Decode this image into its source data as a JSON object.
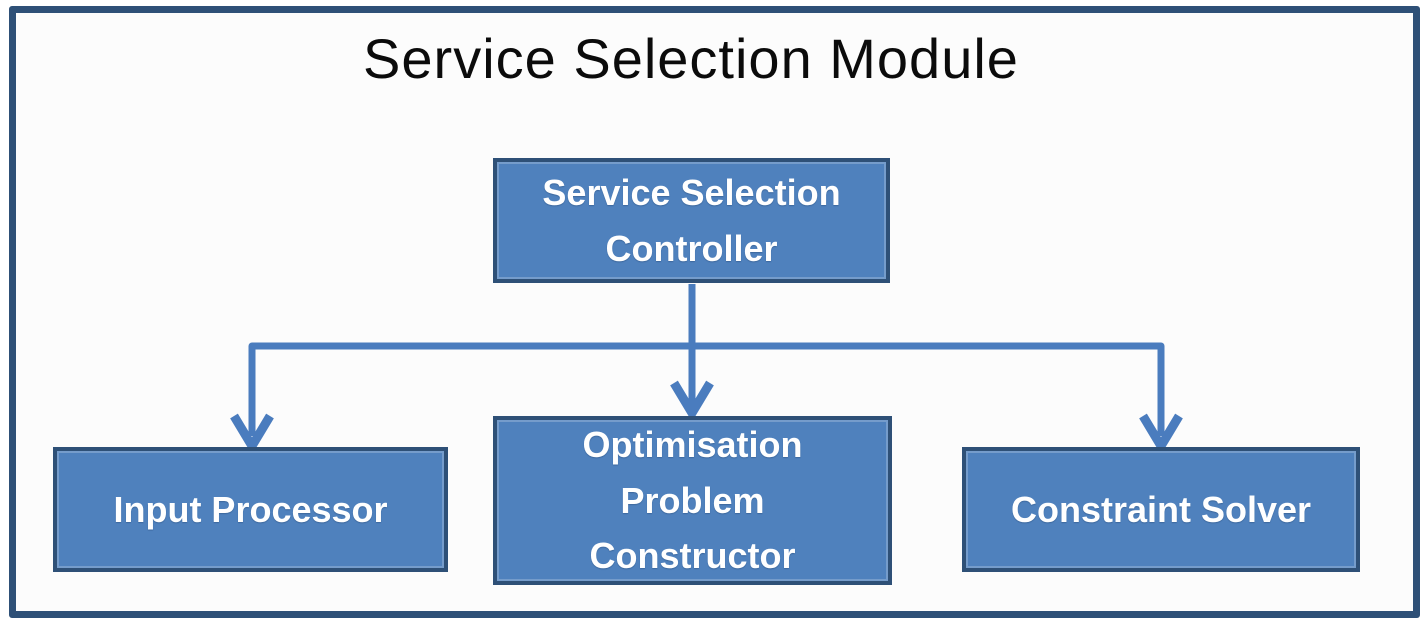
{
  "diagram": {
    "title": "Service Selection Module",
    "nodes": {
      "controller": {
        "label": "Service Selection\nController"
      },
      "input_processor": {
        "label": "Input Processor"
      },
      "optimisation_problem_constructor": {
        "label": "Optimisation\nProblem\nConstructor"
      },
      "constraint_solver": {
        "label": "Constraint Solver"
      }
    },
    "edges": [
      {
        "from": "Service Selection Controller",
        "to": "Input Processor"
      },
      {
        "from": "Service Selection Controller",
        "to": "Optimisation Problem Constructor"
      },
      {
        "from": "Service Selection Controller",
        "to": "Constraint Solver"
      }
    ],
    "colors": {
      "node_fill": "#4F81BD",
      "node_border": "#2E5077",
      "node_text": "#FFFFFF",
      "frame_border": "#2E5077",
      "connector": "#4A7CBE",
      "title_text": "#0B0B0B",
      "canvas_background": "#FCFCFC"
    }
  }
}
